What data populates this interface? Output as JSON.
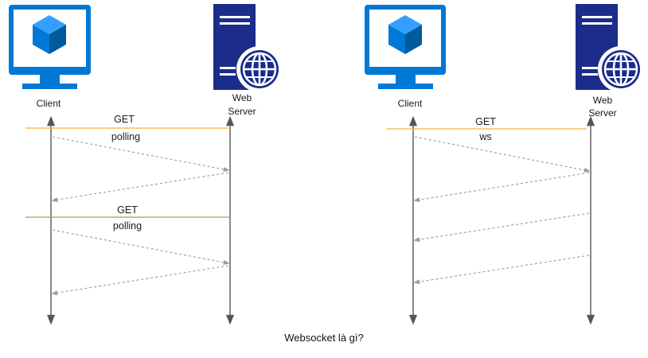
{
  "colors": {
    "icon_blue": "#0078d4",
    "icon_blue_light": "#33a0ff",
    "server_navy": "#1b2c8a",
    "get_line_orange": "#f5b041",
    "get_line_green": "#7ab648",
    "lifeline": "#555555",
    "dashed_arrow": "#9a9a9a"
  },
  "diagrams": [
    {
      "id": "polling",
      "client_label": "Client",
      "server_label_lines": [
        "Web",
        "Server"
      ],
      "icons": {
        "client": "monitor-cube-icon",
        "server": "server-globe-icon"
      },
      "requests": [
        {
          "method": "GET",
          "label": "polling",
          "line_color": "orange"
        },
        {
          "method": "GET",
          "label": "polling",
          "line_color": "green"
        }
      ]
    },
    {
      "id": "websocket",
      "client_label": "Client",
      "server_label_lines": [
        "Web",
        "Server"
      ],
      "icons": {
        "client": "monitor-cube-icon",
        "server": "server-globe-icon"
      },
      "requests": [
        {
          "method": "GET",
          "label": "ws",
          "line_color": "orange"
        }
      ]
    }
  ],
  "caption": "Websocket là gì?"
}
